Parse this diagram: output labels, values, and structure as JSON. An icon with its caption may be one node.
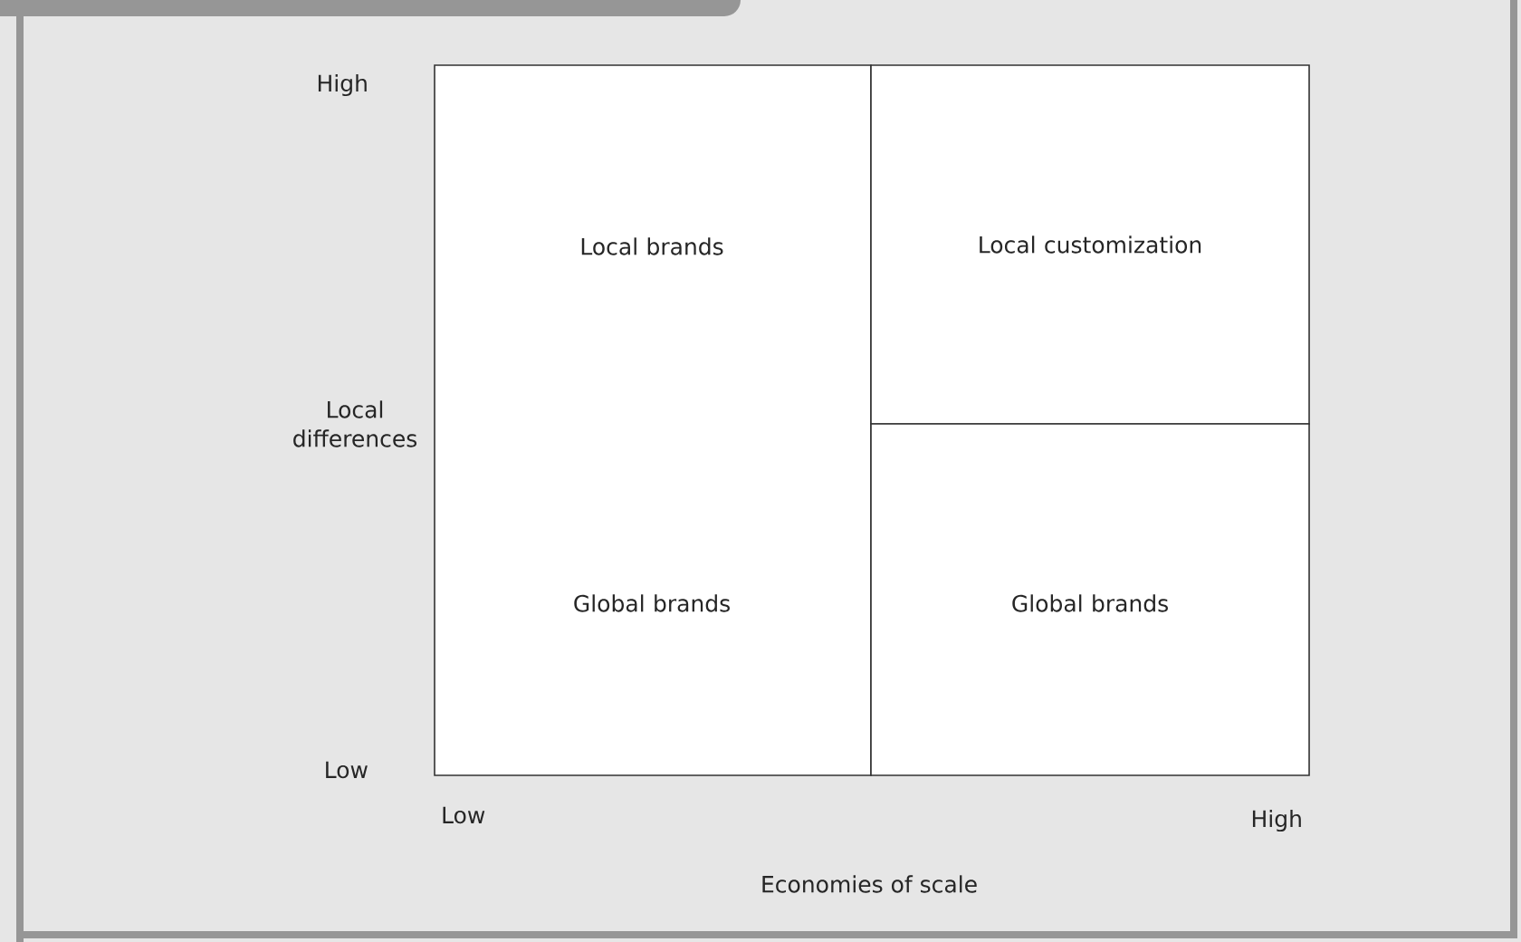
{
  "diagram": {
    "nodes": [
      {
        "text": [
          "Local brands",
          "Global brands"
        ]
      },
      {
        "text": [
          "Local customization"
        ]
      },
      {
        "text": [
          "Global brands"
        ]
      }
    ],
    "labels": [
      "High",
      "Local differences",
      "Low",
      "Low",
      "High",
      "Economies of scale"
    ]
  }
}
